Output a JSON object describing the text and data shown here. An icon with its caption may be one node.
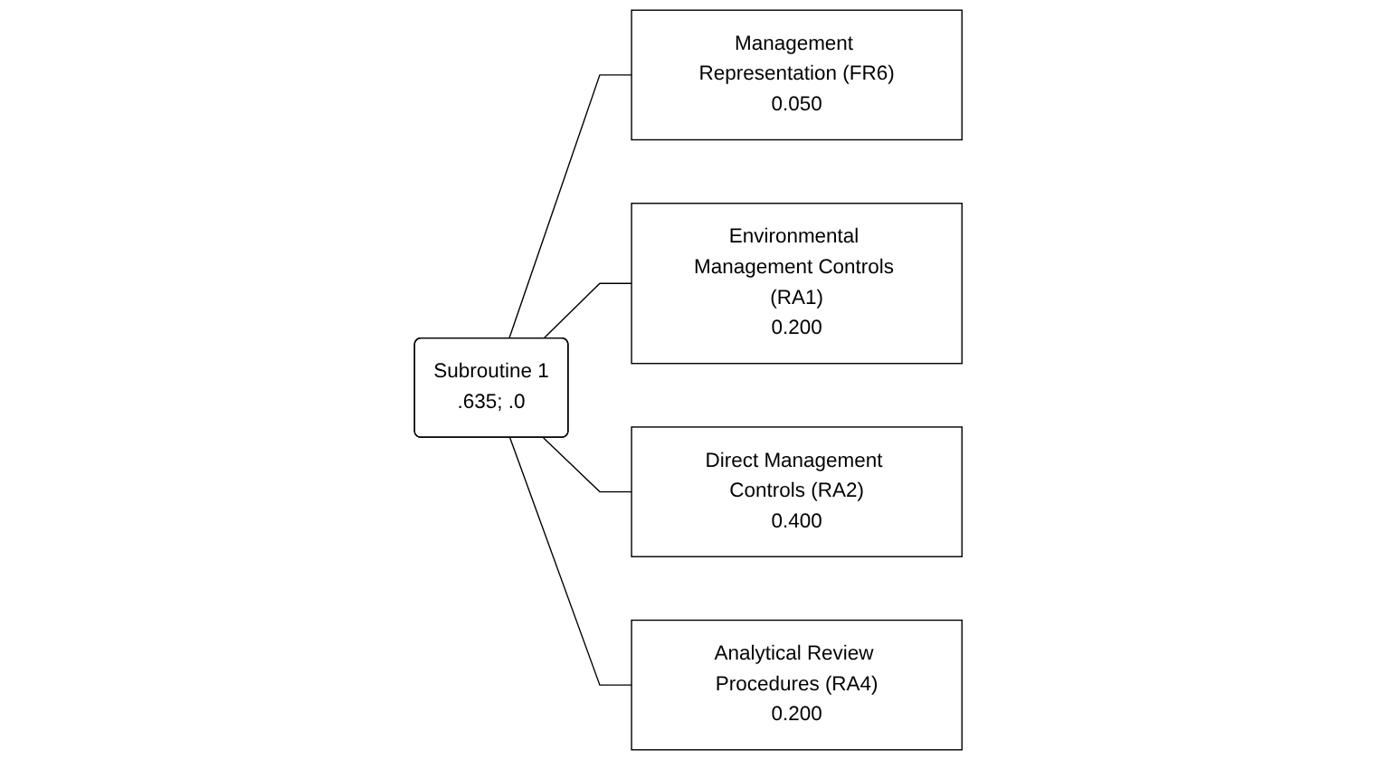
{
  "diagram": {
    "nodes": [
      {
        "text": [
          "Subroutine 1",
          ".635; .0"
        ]
      },
      {
        "text": [
          "Management Representation (FR6)",
          "0.050"
        ]
      },
      {
        "text": [
          "Environmental Management Controls (RA1)",
          "0.200"
        ]
      },
      {
        "text": [
          "Direct Management Controls (RA2)",
          "0.400"
        ]
      },
      {
        "text": [
          "Analytical Review Procedures (RA4)",
          "0.200"
        ]
      }
    ],
    "edges": [
      {
        "from": 0,
        "to": 1,
        "arrow": "none"
      },
      {
        "from": 0,
        "to": 2,
        "arrow": "none"
      },
      {
        "from": 0,
        "to": 3,
        "arrow": "none"
      },
      {
        "from": 0,
        "to": 4,
        "arrow": "none"
      }
    ]
  }
}
